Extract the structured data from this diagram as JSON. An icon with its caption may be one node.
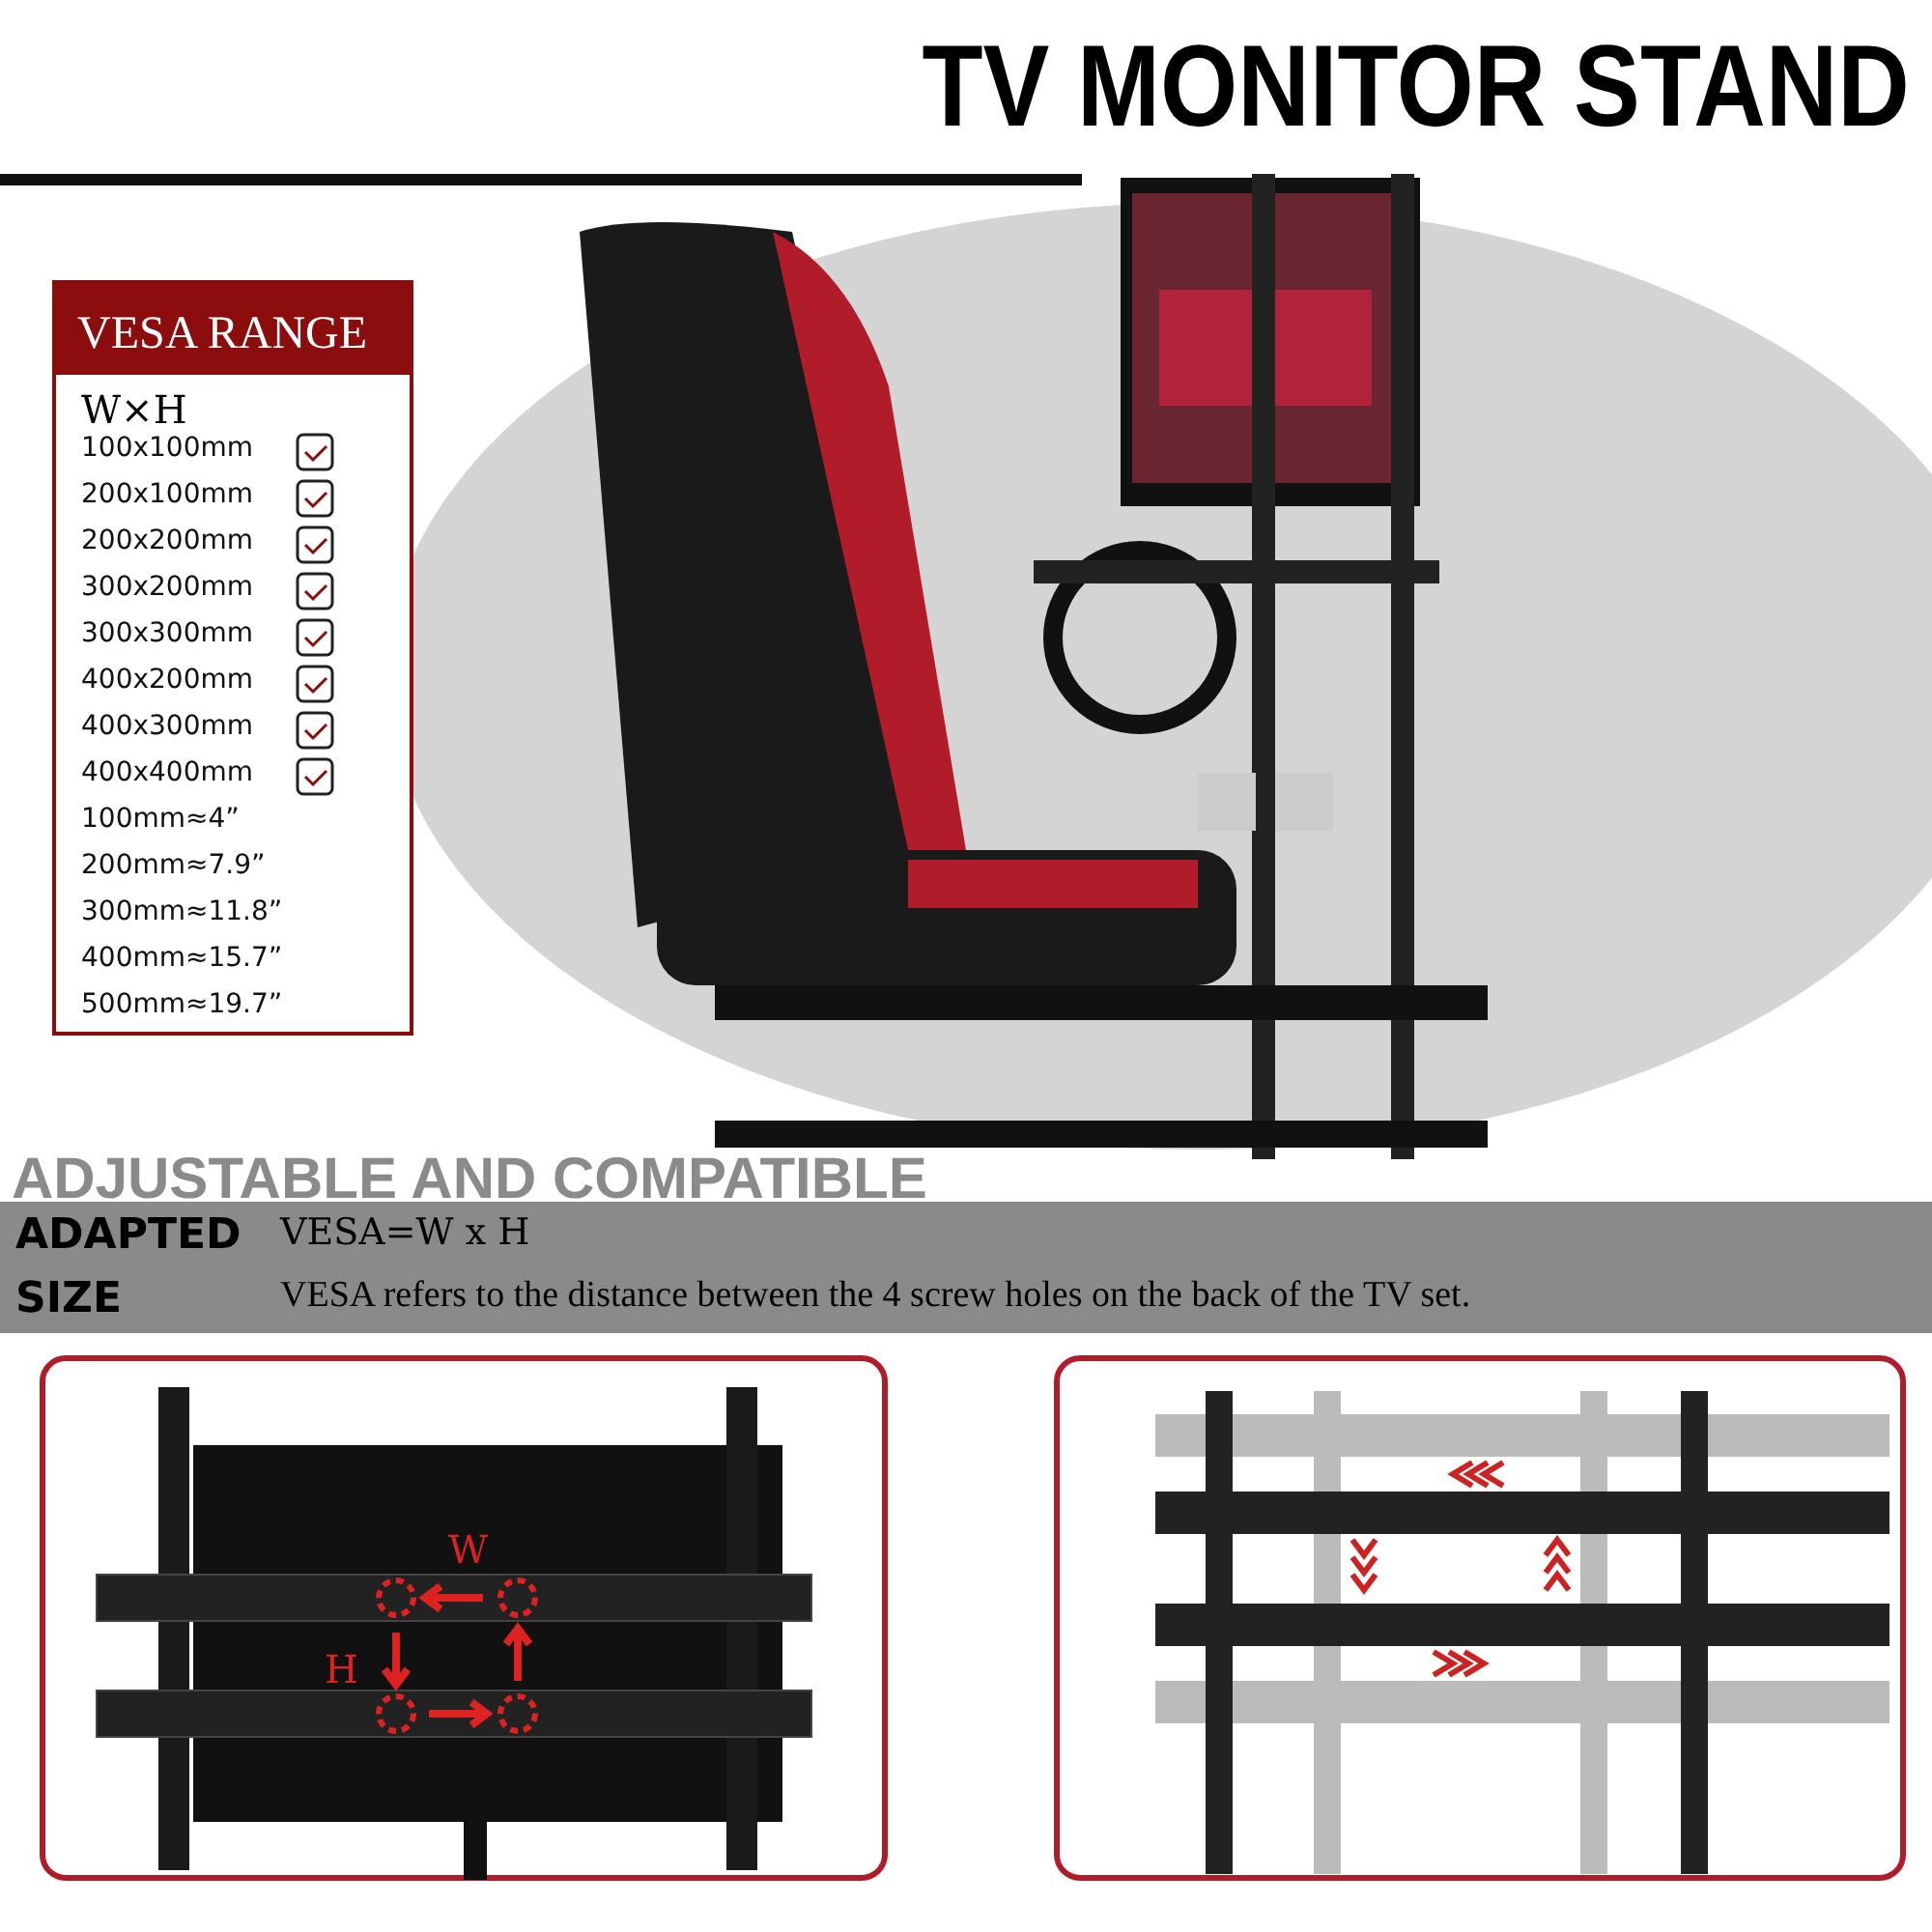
{
  "diagram": {
    "title": "TV MONITOR STAND",
    "labels": [
      "VESA RANGE",
      "W×H",
      "100x100mm",
      "200x100mm",
      "200x200mm",
      "300x200mm",
      "300x300mm",
      "400x200mm",
      "400x300mm",
      "400x400mm",
      "100mm≈4”",
      "200mm≈7.9”",
      "300mm≈11.8”",
      "400mm≈15.7”",
      "500mm≈19.7”",
      "ADJUSTABLE AND COMPATIBLE",
      "ADAPTED",
      "VESA=W x H",
      "SIZE",
      "VESA refers to the distance between the 4 screw holes on the back of the TV set.",
      "W",
      "H"
    ]
  }
}
